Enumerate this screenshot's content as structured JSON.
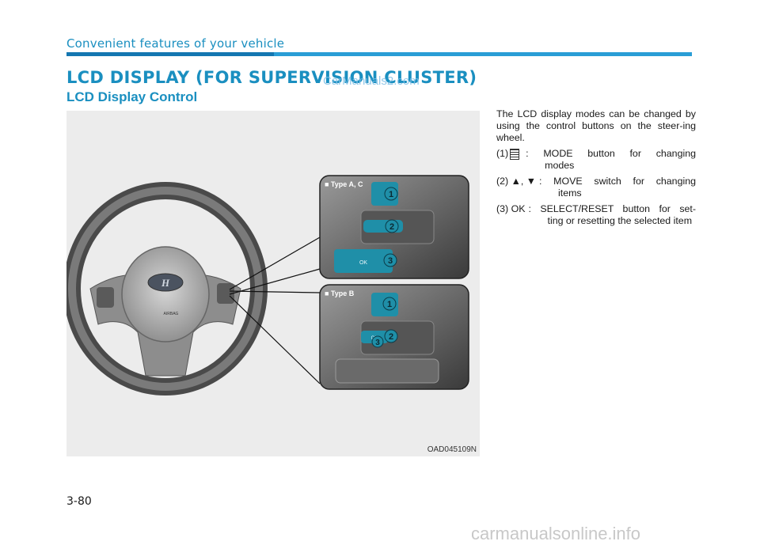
{
  "header": {
    "section": "Convenient features of your vehicle"
  },
  "watermark": "CarManuals2.com",
  "title": "LCD DISPLAY (FOR SUPERVISION CLUSTER)",
  "subtitle": "LCD Display Control",
  "figure": {
    "code": "OAD045109N",
    "inset_a_label": "■ Type A, C",
    "inset_b_label": "■ Type B",
    "button_ok": "OK",
    "badges": [
      "1",
      "2",
      "3"
    ],
    "wheel_text": "AIRBAG"
  },
  "body": {
    "intro": "The LCD display modes can be changed by using the control buttons on the steer-ing wheel.",
    "items": [
      {
        "num": "(1)",
        "line1": ": MODE button for changing",
        "rest": "modes",
        "icon": "mode-icon"
      },
      {
        "num": "(2) ▲, ▼",
        "line1": ": MOVE switch for changing",
        "rest": "items"
      },
      {
        "num": "(3) OK",
        "line1": ": SELECT/RESET button for set-",
        "rest": "ting or resetting the selected item"
      }
    ]
  },
  "page_number": "3-80",
  "footer_watermark": "carmanualsonline.info"
}
